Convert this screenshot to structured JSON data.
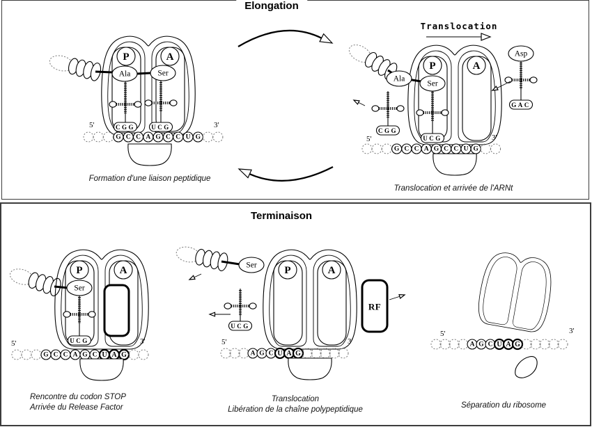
{
  "colors": {
    "ink": "#000000",
    "paper": "#ffffff"
  },
  "titles": {
    "top": "Elongation",
    "bottom": "Terminaison"
  },
  "site_labels": {
    "p": "P",
    "a": "A"
  },
  "elongation_left": {
    "caption": "Formation d'une liaison peptidique",
    "p_amino": "Ala",
    "a_amino": "Ser",
    "p_anticodon": "CGG",
    "a_anticodon": "UCG",
    "five_prime": "5'",
    "three_prime": "3'",
    "mrna": [
      ".",
      ".",
      ".",
      "G",
      "C",
      "C",
      "A",
      "G",
      "C",
      "C",
      "U",
      "G",
      ".",
      "."
    ]
  },
  "elongation_right": {
    "translocation_label": "Translocation",
    "caption": "Translocation et arrivée de l'ARNt",
    "chain_amino": "Ala",
    "p_amino": "Ser",
    "p_anticodon": "UCG",
    "leaving_anticodon": "CGG",
    "incoming_amino": "Asp",
    "incoming_anticodon": "GAC",
    "five_prime": "5'",
    "three_prime": "3'",
    "mrna": [
      ".",
      ".",
      ".",
      "G",
      "C",
      "C",
      "A",
      "G",
      "C",
      "C",
      "U",
      "G",
      ".",
      "."
    ]
  },
  "termination_left": {
    "captions": [
      "Rencontre du codon STOP",
      "Arrivée du Release Factor"
    ],
    "p_amino": "Ser",
    "p_anticodon": "UCG",
    "five_prime": "5'",
    "three_prime": "3'",
    "mrna": [
      ".",
      ".",
      ".",
      "G",
      "C",
      "C",
      "A",
      "G",
      "C",
      "*U",
      "*A",
      "*G",
      ".",
      "."
    ]
  },
  "termination_middle": {
    "captions": [
      "Translocation",
      "Libération de la chaîne polypeptidique"
    ],
    "chain_amino": "Ser",
    "leaving_anticodon": "UCG",
    "rf_label": "RF",
    "five_prime": "5'",
    "three_prime": "3'",
    "mrna": [
      ".",
      ".",
      ".",
      "A",
      "G",
      "C",
      "*U",
      "*A",
      "*G",
      ".",
      ".",
      ".",
      ".",
      "."
    ]
  },
  "termination_right": {
    "caption": "Séparation du ribosome",
    "five_prime": "5'",
    "three_prime": "3'",
    "mrna": [
      ".",
      ".",
      ".",
      ".",
      "A",
      "G",
      "C",
      "*U",
      "*A",
      "*G",
      ".",
      ".",
      ".",
      ".",
      "."
    ]
  }
}
